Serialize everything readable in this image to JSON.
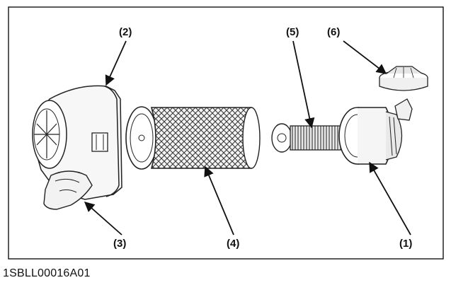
{
  "figure": {
    "code": "1SBLL00016A01",
    "callouts": {
      "c1": "(1)",
      "c2": "(2)",
      "c3": "(3)",
      "c4": "(4)",
      "c5": "(5)",
      "c6": "(6)"
    }
  }
}
